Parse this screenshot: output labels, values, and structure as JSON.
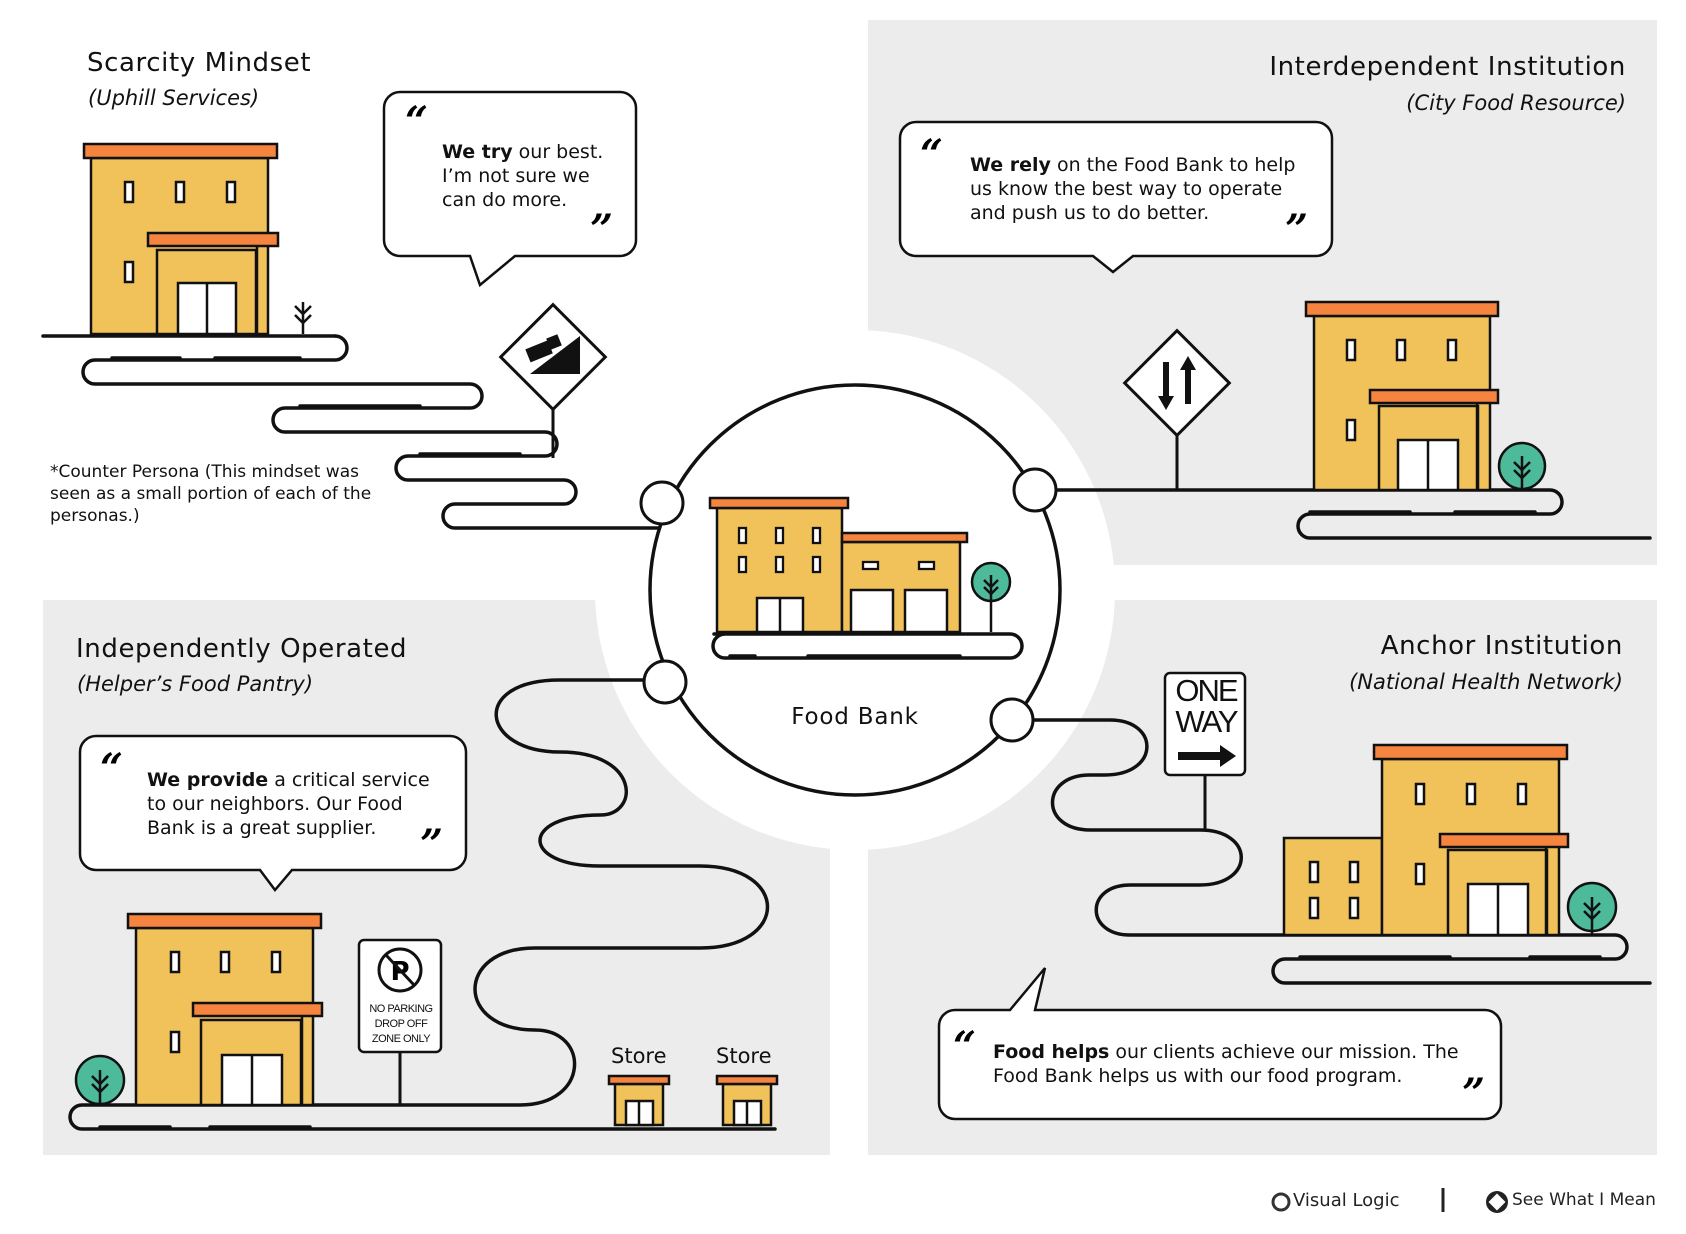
{
  "quadrants": {
    "top_left": {
      "title": "Scarcity Mindset",
      "subtitle": "(Uphill Services)",
      "quote_bold": "We try",
      "quote_rest": " our best. I’m not sure we can do more.",
      "note": "*Counter Persona (This mindset was seen as a small portion of each of the personas.)",
      "sign_icon": "uphill-truck-sign"
    },
    "top_right": {
      "title": "Interdependent Institution",
      "subtitle": "(City Food Resource)",
      "quote_bold": "We rely",
      "quote_rest": " on the Food Bank to help us know the best way to operate and push us to do better.",
      "sign_icon": "two-way-traffic-sign"
    },
    "bottom_left": {
      "title": "Independently Operated",
      "subtitle": "(Helper’s Food Pantry)",
      "quote_bold": "We provide",
      "quote_rest": " a critical service to our neighbors. Our Food Bank is a great supplier.",
      "sign_text": [
        "NO PARKING",
        "DROP OFF",
        "ZONE ONLY"
      ],
      "stores": [
        "Store",
        "Store"
      ]
    },
    "bottom_right": {
      "title": "Anchor Institution",
      "subtitle": "(National Health Network)",
      "quote_bold": "Food helps",
      "quote_rest": " our clients achieve our mission. The Food Bank helps us with our food program.",
      "sign_text": [
        "ONE",
        "WAY"
      ]
    }
  },
  "center": {
    "label": "Food Bank"
  },
  "footer": {
    "brand_left": "Visual Logic",
    "brand_right": "See What I Mean"
  },
  "colors": {
    "building": "#f2c25a",
    "roof": "#f5843f",
    "tree": "#4dbb9a",
    "panel": "#ececec",
    "outline": "#111111"
  }
}
